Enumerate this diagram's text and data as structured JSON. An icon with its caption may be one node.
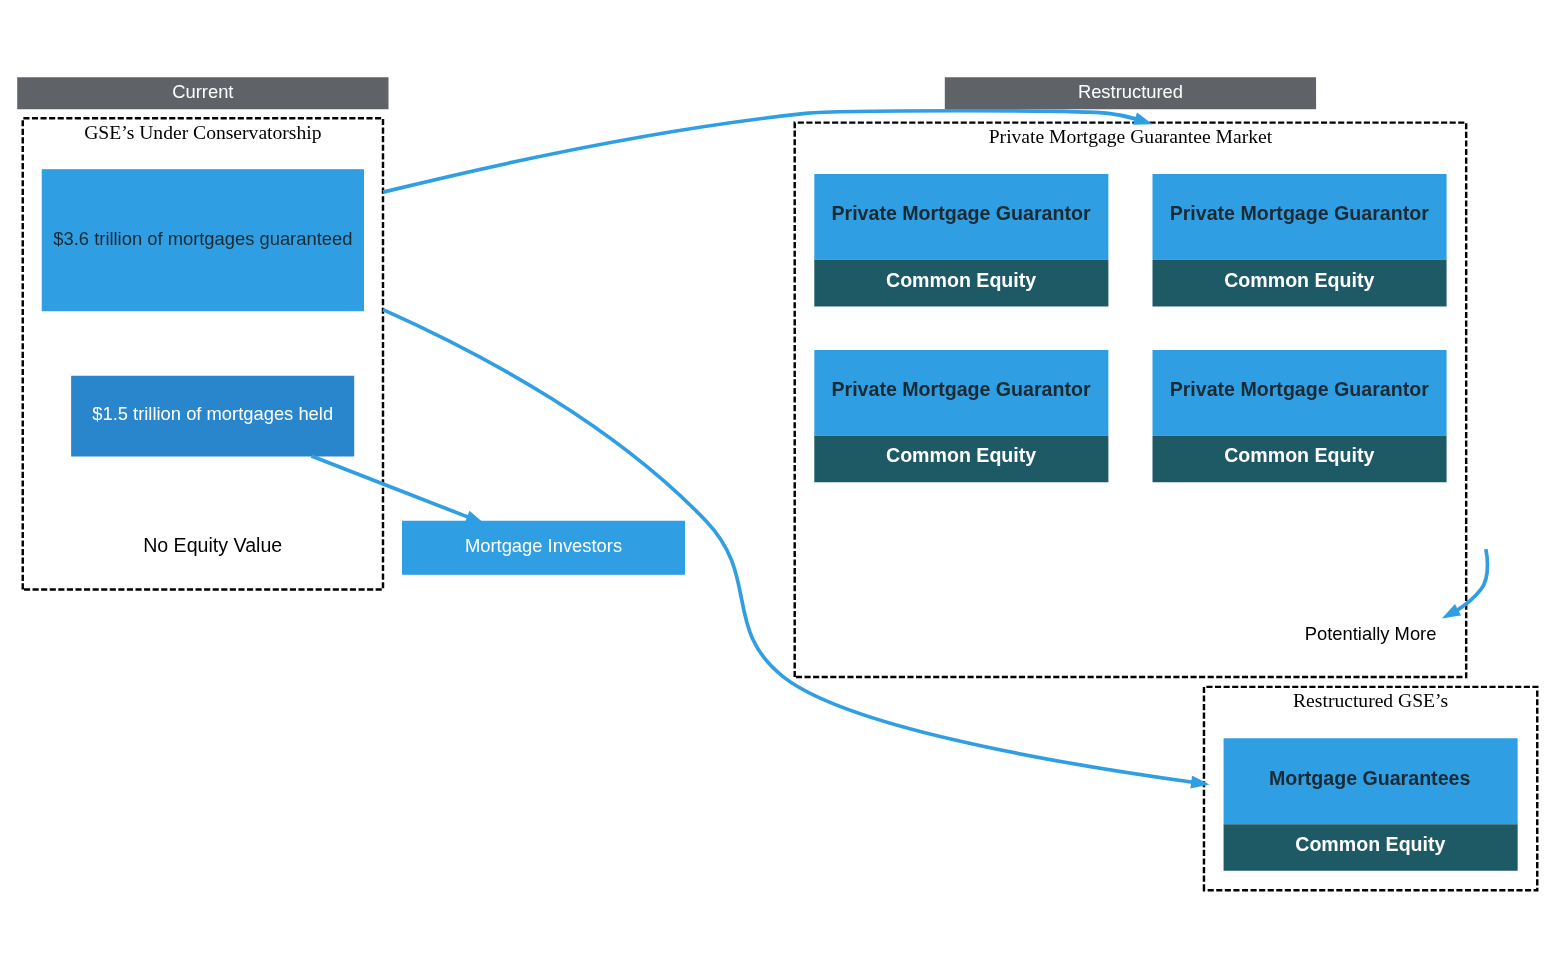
{
  "diagram": {
    "nodes": [
      {
        "text": [
          "Current"
        ]
      },
      {
        "text": [
          "Restructured"
        ]
      },
      {
        "text": [
          "GSE’s Under Conservatorship",
          "No Equity Value"
        ]
      },
      {
        "text": [
          "$3.6 trillion of mortgages guaranteed"
        ],
        "in": 2
      },
      {
        "text": [
          "$1.5 trillion of mortgages held"
        ],
        "in": 2
      },
      {
        "text": [
          "Mortgage Investors"
        ]
      },
      {
        "text": [
          "Private Mortgage Guarantee Market"
        ]
      },
      {
        "text": [
          "Private Mortgage Guarantor",
          "Common Equity"
        ],
        "in": 6
      },
      {
        "text": [
          "Private Mortgage Guarantor",
          "Common Equity"
        ],
        "in": 6
      },
      {
        "text": [
          "Private Mortgage Guarantor",
          "Common Equity"
        ],
        "in": 6
      },
      {
        "text": [
          "Private Mortgage Guarantor",
          "Common Equity"
        ],
        "in": 6
      },
      {
        "text": [
          "Potentially More"
        ],
        "in": 6
      },
      {
        "text": [
          "Restructured GSE’s"
        ]
      },
      {
        "text": [
          "Mortgage Guarantees",
          "Common Equity"
        ],
        "in": 12
      }
    ],
    "edges": [
      {
        "from": 2,
        "to": 6,
        "arrow": "to"
      },
      {
        "from": 2,
        "to": 12,
        "arrow": "to"
      },
      {
        "from": 4,
        "to": 5,
        "arrow": "to"
      },
      {
        "from": null,
        "to": 11,
        "arrow": "to"
      }
    ]
  }
}
